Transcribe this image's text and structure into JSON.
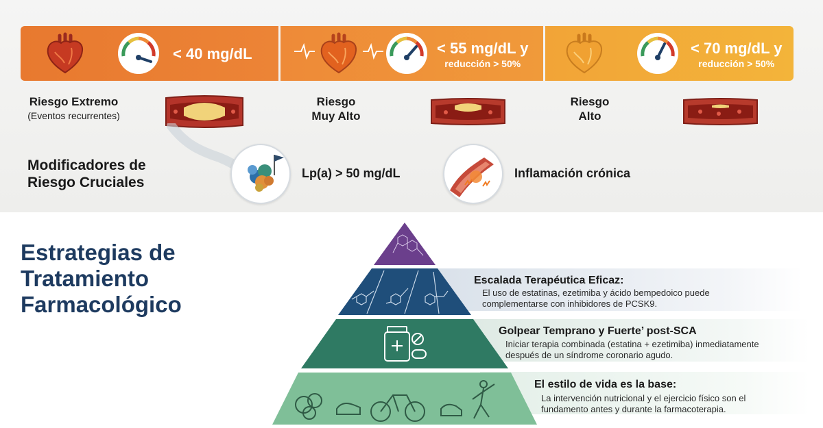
{
  "risk_levels": [
    {
      "threshold": "< 40 mg/dL",
      "threshold_note": "",
      "label_line1": "Riesgo Extremo",
      "label_line2": "",
      "note": "(Eventos recurrentes)"
    },
    {
      "threshold": "< 55 mg/dL y",
      "threshold_note": "reducción > 50%",
      "label_line1": "Riesgo",
      "label_line2": "Muy Alto",
      "note": ""
    },
    {
      "threshold": "< 70 mg/dL y",
      "threshold_note": "reducción > 50%",
      "label_line1": "Riesgo",
      "label_line2": "Alto",
      "note": ""
    }
  ],
  "modifiers": {
    "title_line1": "Modificadores de",
    "title_line2": "Riesgo Cruciales",
    "items": [
      {
        "label": "Lp(a) > 50 mg/dL",
        "icon": "lipoprotein-molecule-icon"
      },
      {
        "label": "Inflamación crónica",
        "icon": "inflamed-artery-icon"
      }
    ]
  },
  "strategies": {
    "title_line1": "Estrategias de",
    "title_line2": "Tratamiento",
    "title_line3": "Farmacológico",
    "levels": [
      {
        "title": "Escalada Terapéutica Eficaz:",
        "line1": "El uso de estatinas, ezetimiba y ácido bempedoico puede",
        "line2": "complementarse con inhibidores de PCSK9.",
        "icon": "molecule-structures-icon"
      },
      {
        "title": "Golpear Temprano y Fuerte’ post-SCA",
        "line1": "Iniciar terapia combinada (estatina + ezetimiba) inmediatamente",
        "line2": "después de un síndrome coronario agudo.",
        "icon": "pill-bottle-icon"
      },
      {
        "title": "El estilo de vida es la base:",
        "line1": "La intervención nutricional y el ejercicio físico son el",
        "line2": "fundamento antes y durante la farmacoterapia.",
        "icon": "lifestyle-icons"
      }
    ]
  },
  "colors": {
    "extreme": "#e8792f",
    "very_high": "#f0953a",
    "high": "#f3b03a",
    "apex": "#6b3f8c",
    "level_blue": "#1f4e7a",
    "level_green": "#2f7a63",
    "level_base": "#7fbf98",
    "title_navy": "#1d3a5f"
  }
}
